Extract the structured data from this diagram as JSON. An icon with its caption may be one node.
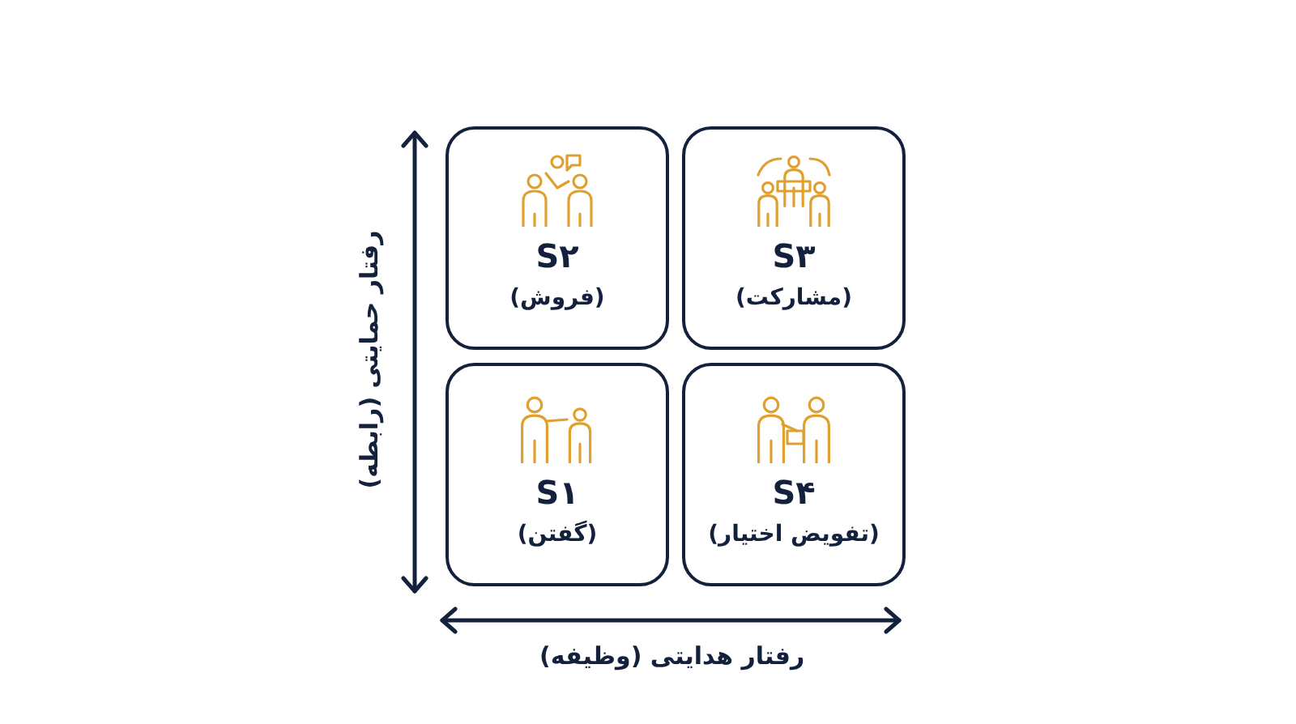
{
  "diagram": {
    "nodes": [
      {
        "text": [
          "S۲",
          "(فروش)"
        ]
      },
      {
        "text": [
          "S۳",
          "(مشارکت)"
        ]
      },
      {
        "text": [
          "S۱",
          "(گفتن)"
        ]
      },
      {
        "text": [
          "S۴",
          "(تفویض اختیار)"
        ]
      }
    ],
    "labels": [
      "رفتار حمایتی (رابطه)",
      "رفتار هدایتی (وظیفه)"
    ]
  }
}
